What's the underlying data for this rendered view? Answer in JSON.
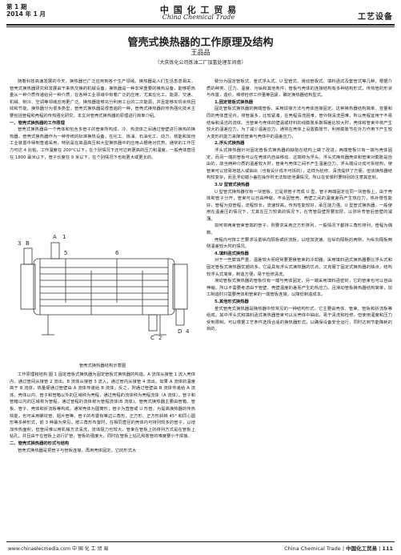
{
  "header": {
    "issue_line1": "第 1 期",
    "issue_line2": "2014 年 1 月",
    "magazine_cn": "中 国 化 工 贸 易",
    "magazine_en": "China Chemical Trade",
    "section": "工艺设备"
  },
  "article": {
    "title": "管壳式换热器的工作原理及结构",
    "author": "王品品",
    "affiliation": "（大庆炼化公司炼油二厂加氢处理车间南）"
  },
  "left_column": [
    {
      "type": "p",
      "text": "随着科技高速发展的今天，换热器已广泛应用到各个生产领域。换热器是人们生活息息相关，管壳式换热器研究和发展由于来热交换的机械设备，换热器是一种非常重要的换热设备，能够把热量从一种介质传递给另一种介质，在各种工业领域中有着广泛的应用，尤其在化工、能源、交通、机械、制冷、空调等领域应用更广泛。换热器能够充分利用工业的二次能源，并且能够实现余热回收和节能。换热器分为很多类型，管壳式换热器是很普遍的一种，管壳式换热器的传热强化技术主要包括管程和壳程的传热强化研究。本文对管壳式换热器的原理进行简单介绍。"
    },
    {
      "type": "h",
      "text": "一、管壳式换热器的工作原理"
    },
    {
      "type": "p",
      "text": "管壳式换热器由一个壳体和包含多管子的管束所构成，冷、热流体之间通过管壁进行换热的换热器。管壳式换热器作为一种传统的标准换热设备，在化工、炼油、石油化工、动力、核能和其他工业装置中得到普遍采用，特别是在高温高压和大型换热器中的应用占据绝对优势。通常的工作压力可达 4 兆帕，工作温度在 200°C以下，在个别情况下还可达到更高的压力和温度。一般壳体直径在 1800 毫米以下，管子长度在 9 米以下，在个别情况下也有更大或更长的。"
    }
  ],
  "figure": {
    "caption": "管壳式换热器结构示意图",
    "labels": [
      "A",
      "B",
      "C",
      "D",
      "1",
      "2",
      "3",
      "4",
      "5",
      "6"
    ]
  },
  "left_column_2": [
    {
      "type": "p",
      "text": "工作原理和结构 图 1 固定管板式换热器为固定管板式换热器的构造。A 流体从接管 1 流入壳体内，通过管间从接管 2 流出。B 流体从接管 3 流入，通过管内从接管 4 流出。如果 A 流体的温度高于 B 流体，热量便通过管壁由 A 流体传递给 B 流体；反之，则通过管壁由 B 流体传递给 A 流体。壳体以内、管子和管箱以外的区域称为壳程，通过壳程的流体称为壳程流体（A 流体）。管子和管箱以内的区域称为管程，通过管程的流体称为管程流体(B 流体)。管壳式换热器主要由管箱、管板、管子、壳体和折流板等构成。通常壳体为圆筒形；管子为直管或 U 形管。为提高换热器的传热效能，也可采用螺纹管、翅片管等。管子的布置有等边三角形、正方形、正方形斜转 45° 和同心圆形等多种形式，前 3 种最为常见。按三角形布置时，在相同直径的壳体内可排列较多的管子，以增加传热面积，但管间难以用机械方法清洗，流体阻力也较大。管束在管板上的排列方式是在管板上钻孔，并且由于在管板上进行扩管，管板的强度大，同时在管板上钻孔和胀管的难度要小于焊接。"
    },
    {
      "type": "h",
      "text": "二、管壳式换热器的形式与结构"
    },
    {
      "type": "p",
      "text": "管壳式换热器是把管子与管板连接，再用壳体固定。它的形式大"
    }
  ],
  "right_column": [
    {
      "type": "p",
      "text": "致分为固定管板式、釜式浮头式、U 型管式、滑动管板式、填料函式及套管式等几种。根据介质的种类、压力、温度、污垢和其他条件，管板与壳体的连接结构有多种结构形式，传热管的形状与布置，造价，维修检修工作量等因素，确定换热器结构型式。"
    },
    {
      "type": "hi",
      "text": "1.固定管板式换热器"
    },
    {
      "type": "p",
      "text": "固定管板式换热器的两端管板，采用焊接方法与壳体连接固定。这种换热器结构简单，容量和同的壳体直径内，排管最多，比较紧凑，在壳程清洗困难，管外侧清洗困难，所以壳程宜用于不易结垢和清洁的流体。当管束与壳体的壁温或材料的线膨胀系数相差比较大时，壳体和管束中将产生较大的温差应力。为了减少温差应力，通常在壳体上设置膨胀节，利用膨胀节在外力作用下产生较大变形的能力来降低管束与壳体中的温差应力。"
    },
    {
      "type": "hi",
      "text": "2.浮头式换热器"
    },
    {
      "type": "p",
      "text": "浮头式换热器针对固定管板式换热器的缺陷在结构上做了改进，两端管板只有一端与壳体固定，而另一端的管板可以在壳体内自由移动，这端称为浮头。浮头式换热器壳体和管束对膨胀是自由的，故当两种介质的温差较大时，管束与壳体之间不产生温差应力。浮头端设计成可拆结构，使管束可以容易地插入或抽出（也有设计成不可拆的），这样为检修、清洗提供了方便。但该换热器结构较复杂，而且浮动端小盖在操作时无法知道泄漏情况。所以在安装时要特别的注意其密封。"
    },
    {
      "type": "hi",
      "text": "3.U 型管式换热器"
    },
    {
      "type": "p",
      "text": "U 型管式换热器仅有一块管板，它是将管子弯成 U 型，管子两端固定在同一块管板上。由于壳体和管子分开，管束可以自由伸缩，不会因管壳、壳壁之间的温度差而产生热应力，热补偿性能好，管程为双管程，流程较长，流速较高，传热性能较好，承压能力强。U 型管式换热器，一般使用在温差压的情况下，尤其在压力较高的情况下，在弯管段壁厚要加厚，以弥补弯管后管壁的减薄。"
    },
    {
      "type": "p",
      "text": "如何将两束管束管端的管子，则要求采用正方形排列，一般情况下都排三角形排列，管程为偶数。"
    },
    {
      "type": "p",
      "text": "壳程内可按工艺要求设置纵向隔板或折流板，以增加流速。在纵向隔板的两侧，为纵向隔板两侧温差较大时的情况。"
    },
    {
      "type": "hi",
      "text": "4.填料函式换热器"
    },
    {
      "type": "p",
      "text": "对于一些腐蚀严重、温差较大而经常要更换管束的冷却器，采用填料函式换热器要比浮头式和固定管板式换热器优越的多。它是具有浮头式换热器的优点，又克服了固定式换热器的缺点，结构较浮头式简单，制造方便，易于检修清洗。"
    },
    {
      "type": "p",
      "text": "滑动管板式换热器的管板仅有一端与壳体固定，另一端采用填料函密封，它的管束也可以自由伸缩，所以不需要考虑由于管壁、壳壁温度的差而产生的热应力。且滑动管板换热器结构简单，加工制造时只需要壳体和管束的一端管板连接，以降低制造成本。"
    },
    {
      "type": "hi",
      "text": "5.其他形式换热器"
    },
    {
      "type": "p",
      "text": "釜式管壳式换热器是换热器中较常见的一种结构形式，它主要由壳体、管束、管板和折流板等组成。其中浮头式和填料函式换热器管束可以从壳体中抽出，易于清洗和检修，但使用温度和压力受到限制。可以根据工艺条件选择合适的换热器形式，以确保设备安全运行，同时达到节能降耗的目的。"
    }
  ],
  "footer": {
    "left": "www.chinaelecmedia.com 中 国 化 工 贸 易",
    "right_en": "China Chemical Trade",
    "right_cn": "中国化工贸易",
    "page": "111"
  }
}
